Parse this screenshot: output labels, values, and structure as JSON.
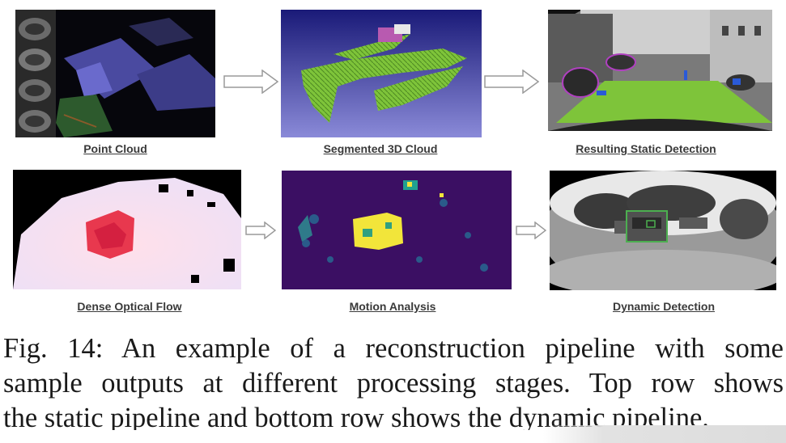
{
  "figure": {
    "top_row": [
      {
        "label": "Point Cloud"
      },
      {
        "label": "Segmented 3D Cloud"
      },
      {
        "label": "Resulting Static Detection"
      }
    ],
    "bottom_row": [
      {
        "label": "Dense Optical Flow"
      },
      {
        "label": "Motion Analysis"
      },
      {
        "label": "Dynamic Detection"
      }
    ]
  },
  "caption": {
    "line1": "Fig. 14: An example of a reconstruction pipeline with some",
    "line2": "sample outputs at different processing stages. Top row shows",
    "line3": "the static pipeline and bottom row shows the dynamic pipeline."
  },
  "colors": {
    "label_text": "#3a3a3a",
    "arrow_fill": "#ffffff",
    "arrow_stroke": "#9a9a9a",
    "segmentation_green": "#7ec43a",
    "motion_yellow": "#f2e53a",
    "motion_background": "#3b0f63"
  }
}
